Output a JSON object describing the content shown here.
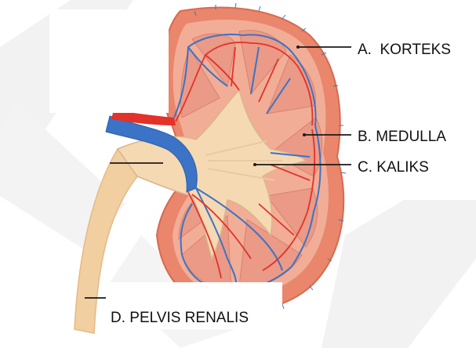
{
  "labels": {
    "cortex": "A.  KORTEKS",
    "medulla": "B. MEDULLA",
    "calyx": "C. KALIKS",
    "pelvis": "D. PELVIS RENALIS"
  },
  "colors": {
    "background": "#ffffff",
    "watermark": "#f0f0f0",
    "cortex": "#e9866b",
    "cortex_inner": "#f2ad97",
    "pyramid": "#ea9a86",
    "pelvis": "#f5d9b3",
    "ureter": "#f1cfa1",
    "artery": "#e3322a",
    "vein": "#3b73c6",
    "label_text": "#111111",
    "leader_line": "#1a1a1a"
  }
}
